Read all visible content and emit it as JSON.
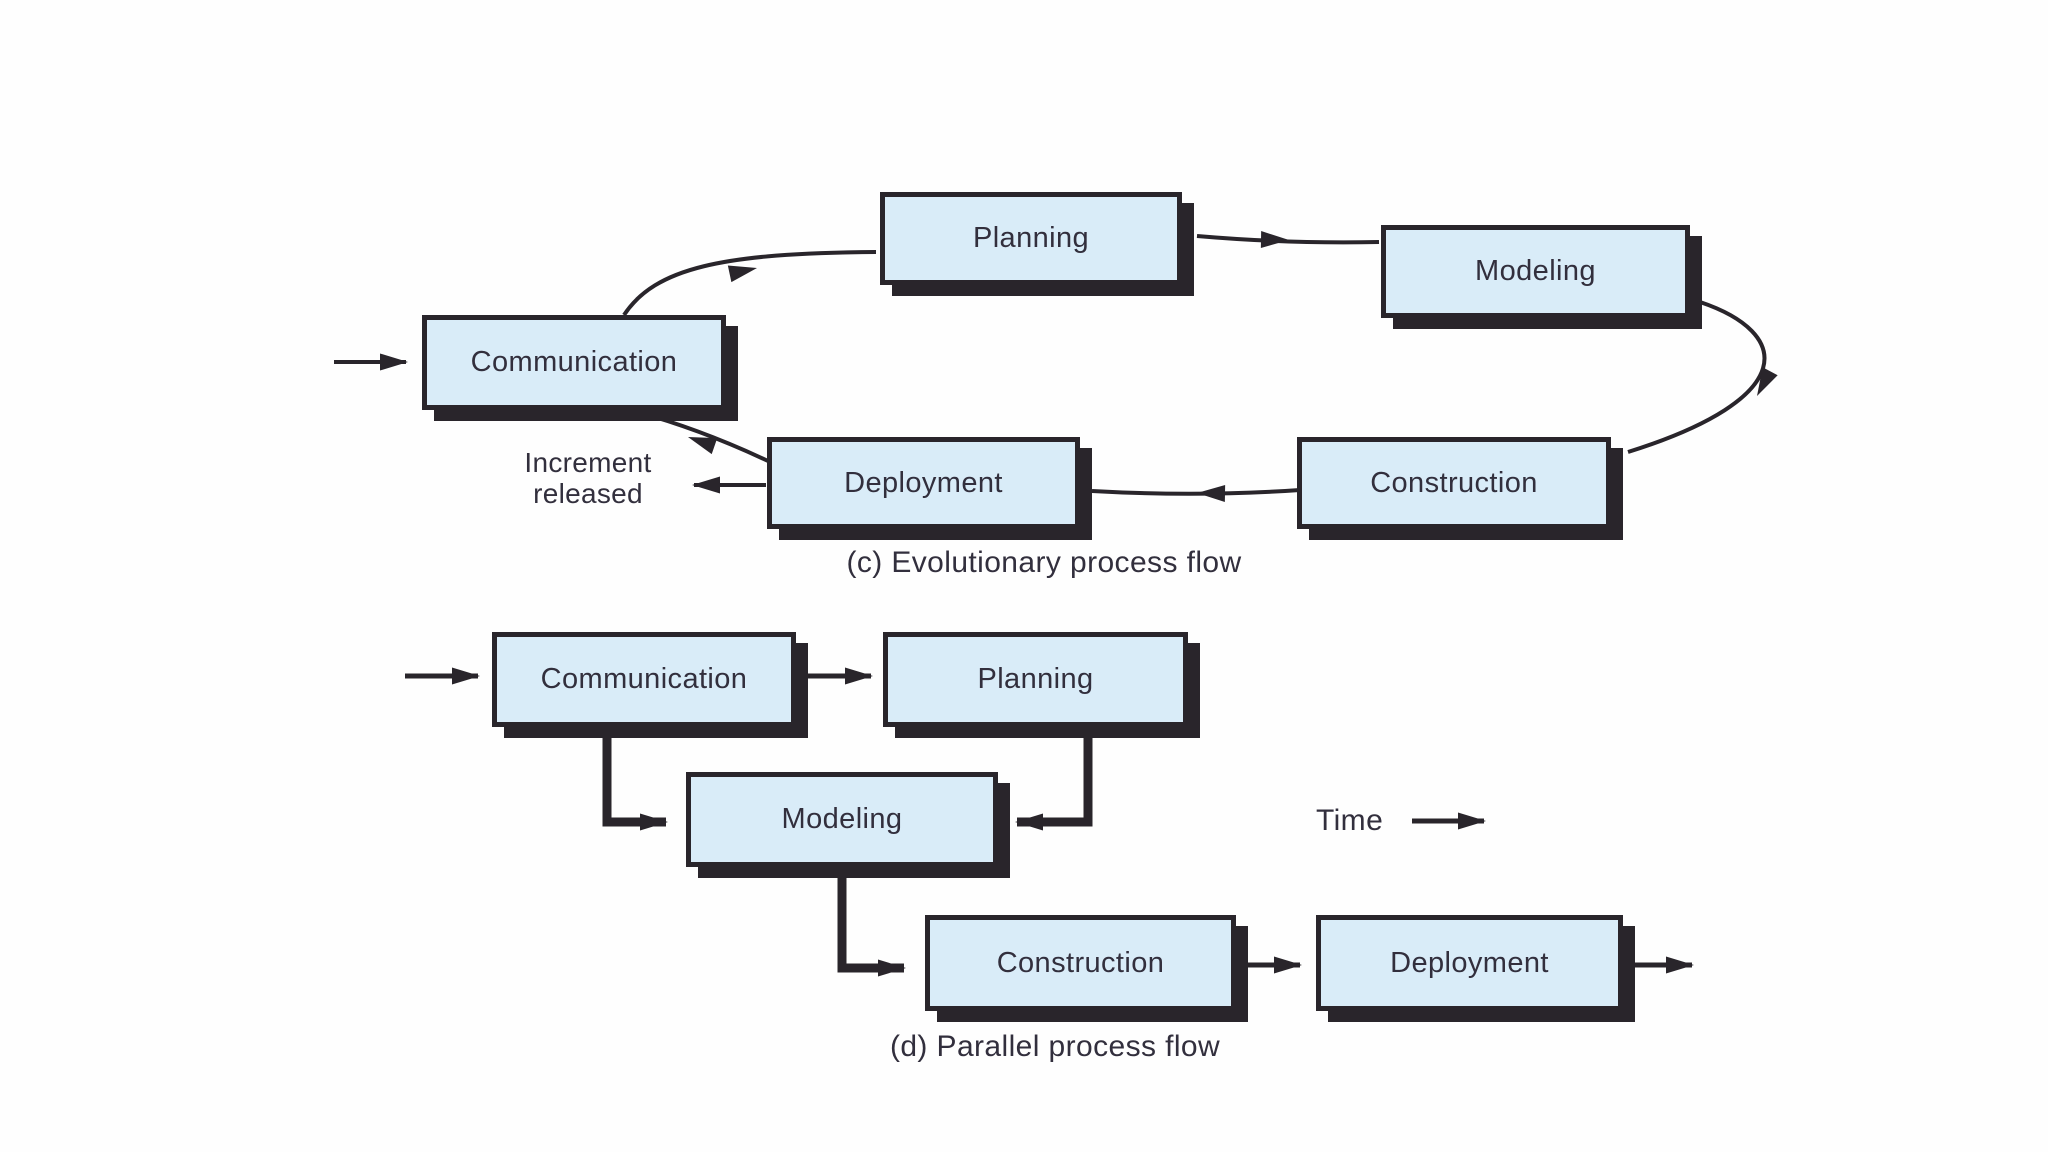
{
  "colors": {
    "background": "#fefefe",
    "box_fill": "#d9ecf8",
    "box_border": "#29252b",
    "line": "#29252b",
    "text": "#322f3d"
  },
  "evolutionary": {
    "caption": "(c) Evolutionary process flow",
    "boxes": {
      "communication": "Communication",
      "planning": "Planning",
      "modeling": "Modeling",
      "construction": "Construction",
      "deployment": "Deployment"
    },
    "increment_released": {
      "line1": "Increment",
      "line2": "released"
    }
  },
  "parallel": {
    "caption": "(d) Parallel process flow",
    "boxes": {
      "communication": "Communication",
      "planning": "Planning",
      "modeling": "Modeling",
      "construction": "Construction",
      "deployment": "Deployment"
    },
    "time_label": "Time"
  }
}
